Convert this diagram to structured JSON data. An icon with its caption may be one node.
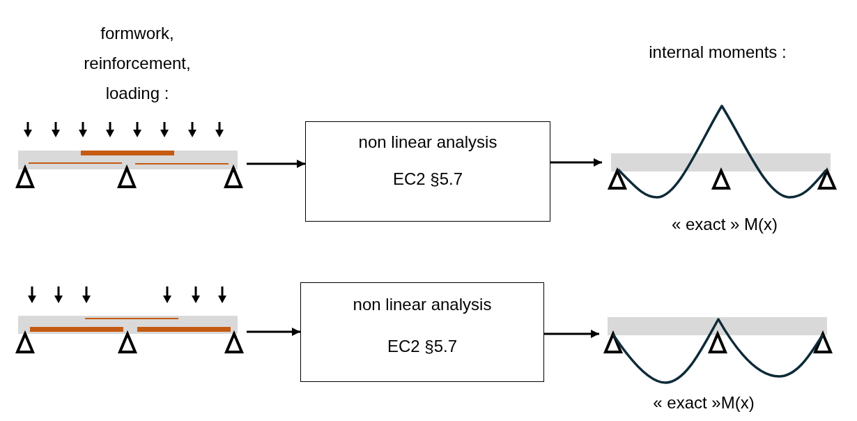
{
  "diagram": {
    "nodes": [
      {
        "text": [],
        "shape": "picture"
      },
      {
        "text": [
          "non linear analysis",
          "EC2 §5.7"
        ]
      },
      {
        "text": [],
        "shape": "picture",
        "beside": [
          "« exact » M(x)"
        ]
      },
      {
        "text": [],
        "shape": "picture"
      },
      {
        "text": [
          "non linear analysis",
          "EC2 §5.7"
        ]
      },
      {
        "text": [],
        "shape": "picture",
        "beside": [
          "« exact »M(x)"
        ]
      }
    ],
    "edges": [
      {
        "from": 0,
        "to": 1,
        "arrow": "to"
      },
      {
        "from": 1,
        "to": 2,
        "arrow": "to"
      },
      {
        "from": 3,
        "to": 4,
        "arrow": "to"
      },
      {
        "from": 4,
        "to": 5,
        "arrow": "to"
      }
    ],
    "labels": [
      "formwork, reinforcement, loading :",
      "internal moments :"
    ]
  }
}
